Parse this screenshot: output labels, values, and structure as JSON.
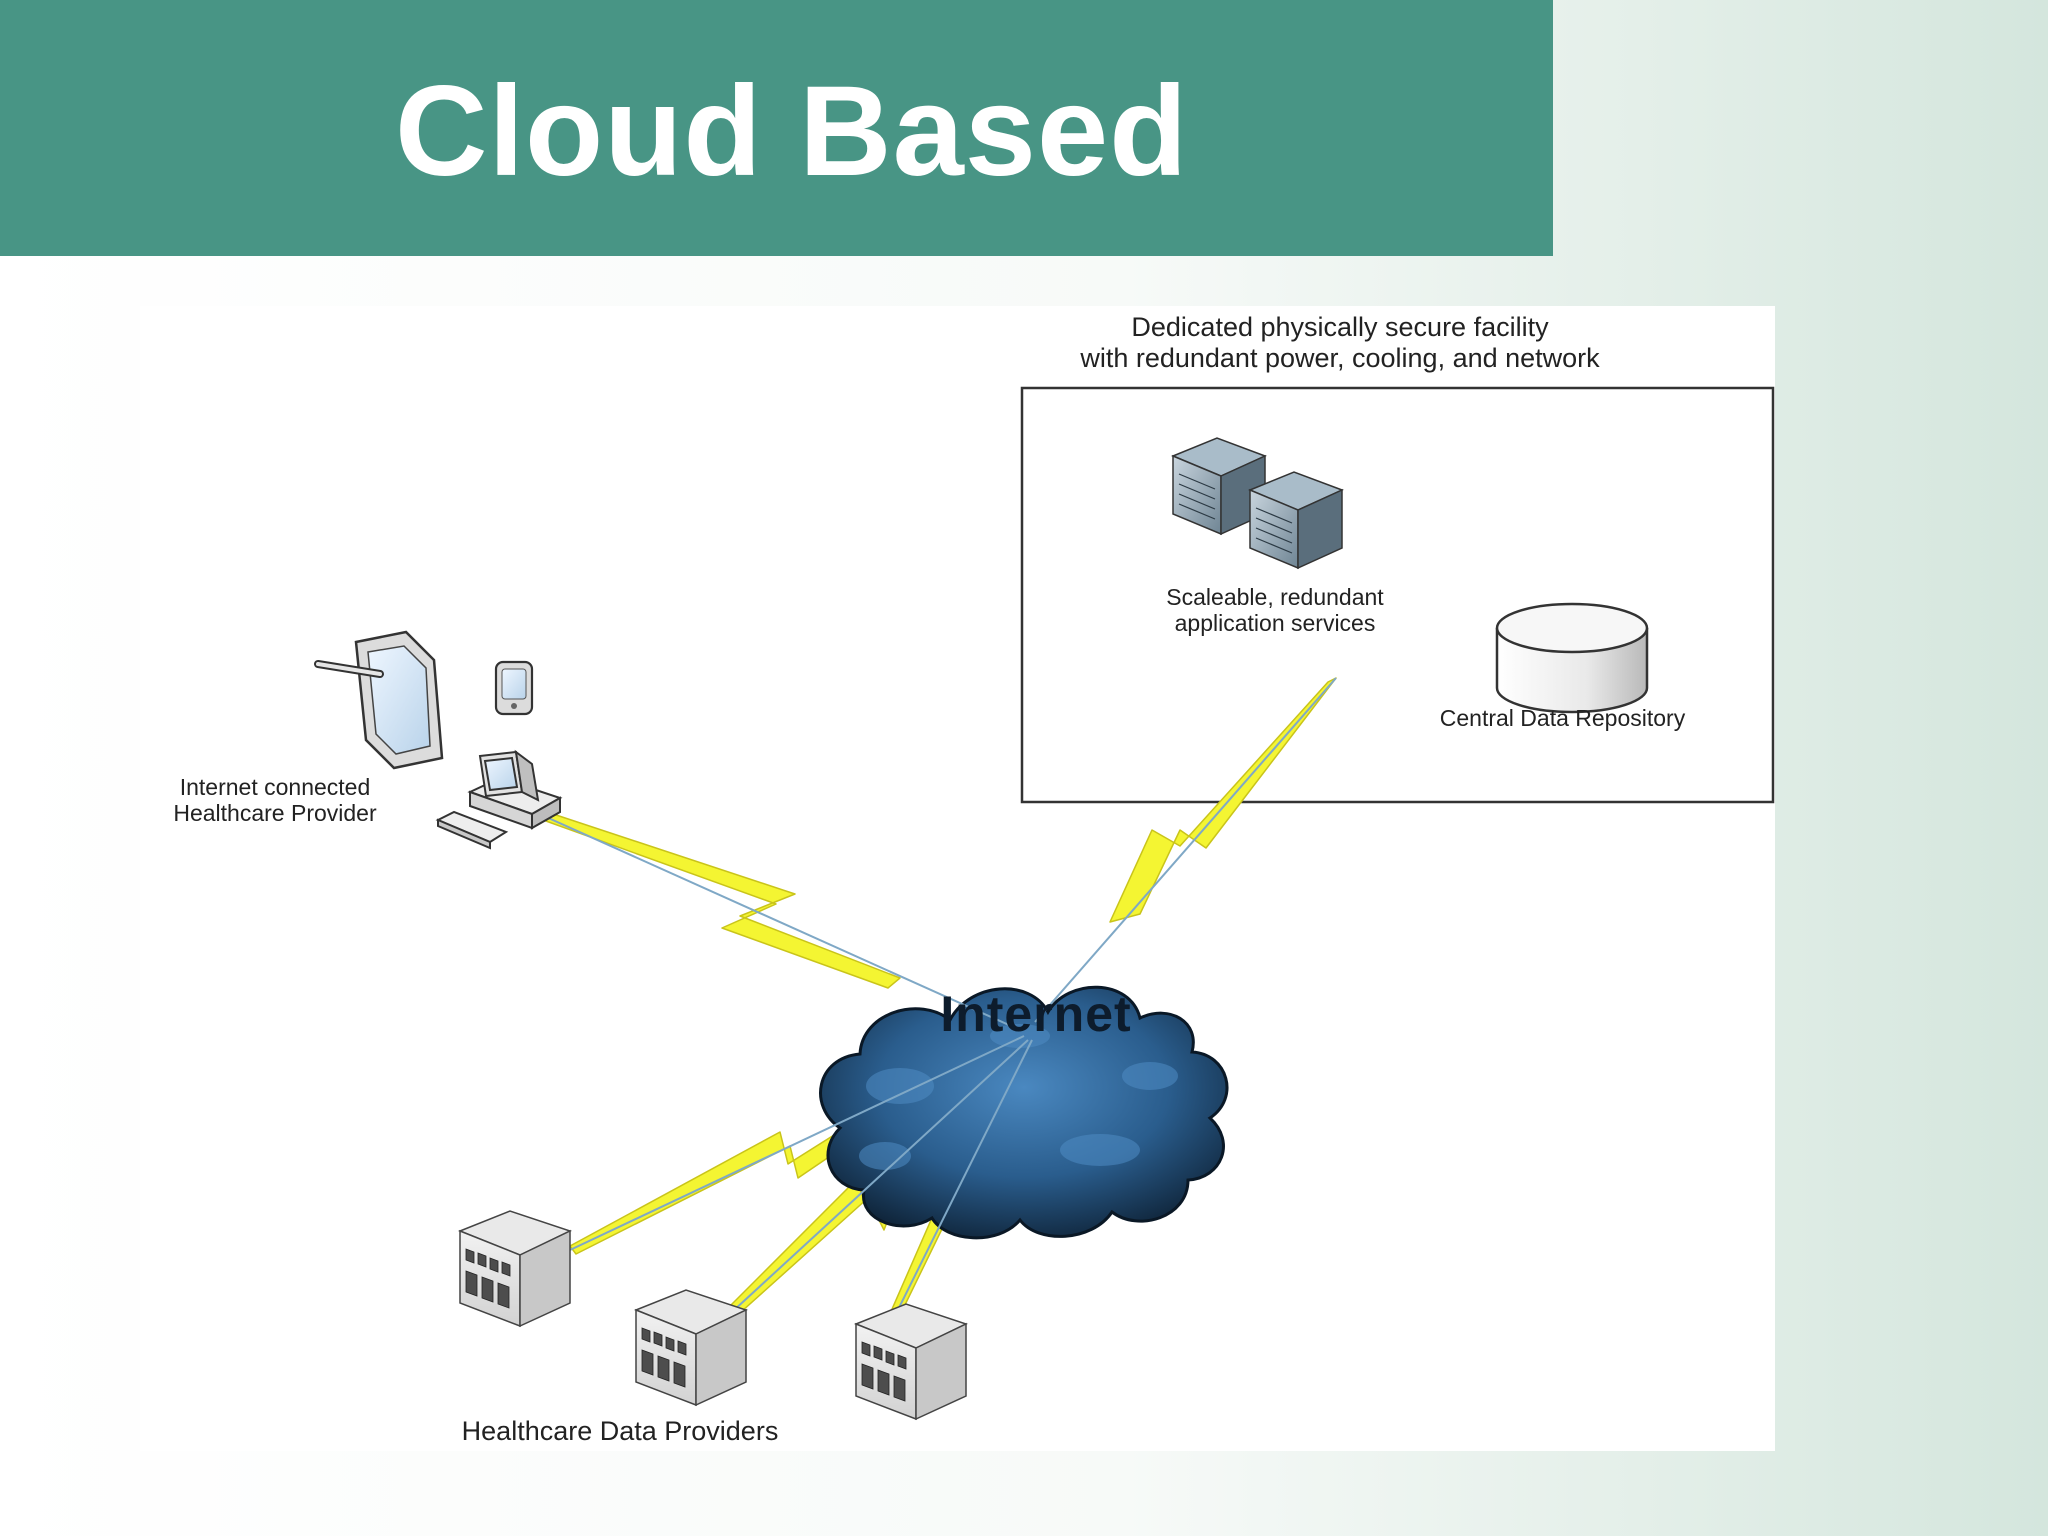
{
  "slide": {
    "title": "Cloud Based"
  },
  "diagram": {
    "facility_caption": {
      "line1": "Dedicated physically secure facility",
      "line2": "with redundant power, cooling, and network"
    },
    "app_services_caption": {
      "line1": "Scaleable, redundant",
      "line2": "application services"
    },
    "repository_caption": "Central Data Repository",
    "cloud_label": "Internet",
    "provider_caption": {
      "line1": "Internet connected",
      "line2": "Healthcare Provider"
    },
    "data_providers_caption": "Healthcare Data Providers",
    "icons": [
      "server-rack-icon",
      "database-cylinder-icon",
      "tablet-icon",
      "stylus-icon",
      "smartphone-icon",
      "desktop-computer-icon",
      "keyboard-icon",
      "cloud-icon",
      "building-icon",
      "lightning-link-icon"
    ],
    "colors": {
      "title_bar": "#489585",
      "lightning": "#f4f532",
      "cloud_dark": "#0e2236",
      "cloud_light": "#4a88c0"
    }
  }
}
